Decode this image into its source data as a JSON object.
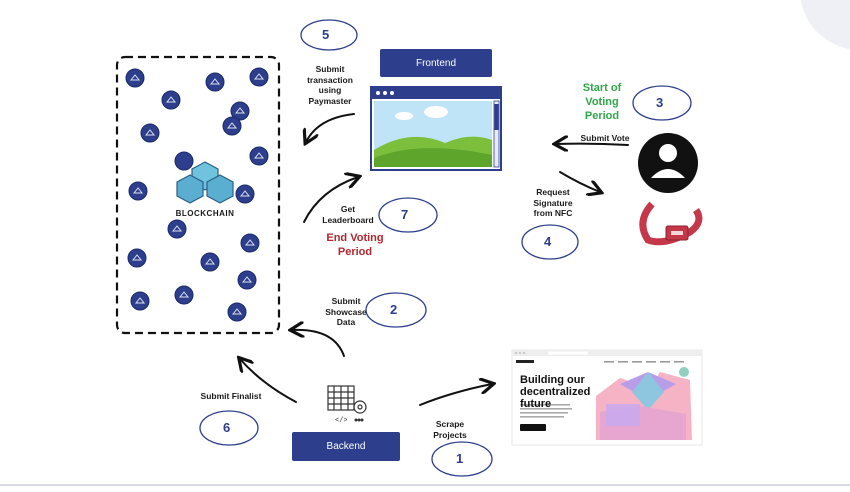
{
  "labels": {
    "submit_transaction": "Submit\ntransaction\nusing\nPaymaster",
    "start_voting": "Start of\nVoting\nPeriod",
    "submit_vote": "Submit Vote",
    "request_signature": "Request\nSignature\nfrom NFC",
    "get_leaderboard": "Get\nLeaderboard",
    "end_voting": "End Voting\nPeriod",
    "submit_showcase": "Submit\nShowcase\nData",
    "submit_finalist": "Submit Finalist",
    "scrape_projects": "Scrape\nProjects"
  },
  "nodes": {
    "frontend": "Frontend",
    "backend": "Backend",
    "blockchain": "BLOCKCHAIN"
  },
  "steps": [
    "1",
    "2",
    "3",
    "4",
    "5",
    "6",
    "7"
  ],
  "website": {
    "headline": "Building our\ndecentralized\nfuture"
  },
  "colors": {
    "accent_blue": "#2c3e8c",
    "green": "#2fa84a",
    "red": "#b3262e"
  }
}
